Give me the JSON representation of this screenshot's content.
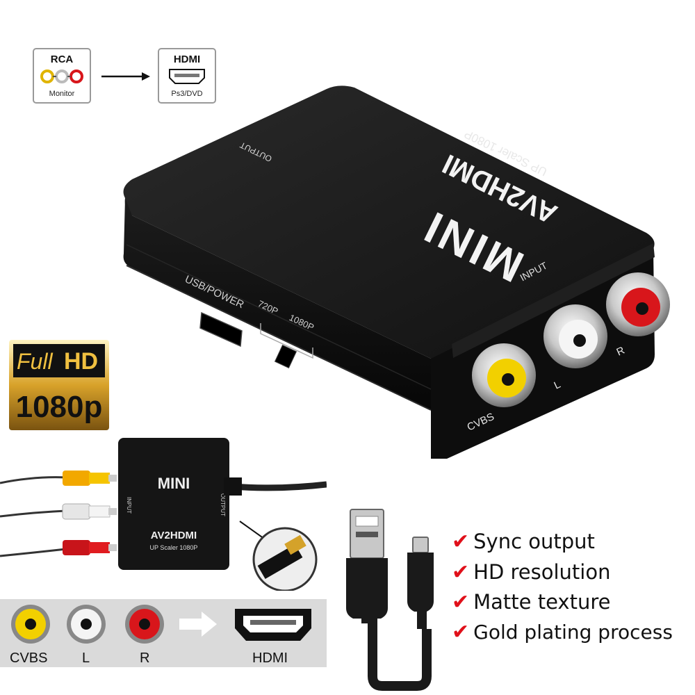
{
  "conversion_icon": {
    "source_title": "RCA",
    "source_caption": "Monitor",
    "target_title": "HDMI",
    "target_caption": "Ps3/DVD"
  },
  "device": {
    "brand": "MINI",
    "model": "AV2HDMI",
    "subtitle": "UP Scaler 1080P",
    "output_label": "OUTPUT",
    "input_label": "INPUT",
    "usb_label": "USB/POWER",
    "switch_720": "720P",
    "switch_1080": "1080P",
    "port_cvbs": "CVBS",
    "port_l": "L",
    "port_r": "R"
  },
  "badge": {
    "line1_a": "Full",
    "line1_b": "HD",
    "line2": "1080p"
  },
  "small_device": {
    "brand": "MINI",
    "model": "AV2HDMI",
    "subtitle": "UP Scaler 1080P",
    "input_label": "INPUT",
    "output_label": "OUTPUT"
  },
  "features": [
    "Sync output",
    "HD resolution",
    "Matte texture",
    "Gold plating process"
  ],
  "bottom_strip": {
    "cvbs": "CVBS",
    "l": "L",
    "r": "R",
    "hdmi": "HDMI"
  },
  "colors": {
    "check": "#e0101a",
    "rca_yellow": "#f2d000",
    "rca_white": "#f2f2f2",
    "rca_red": "#d8161b",
    "gold": "#d4a22a"
  }
}
